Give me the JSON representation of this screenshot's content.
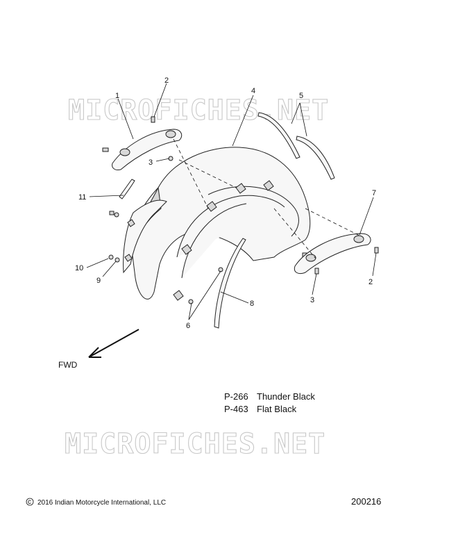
{
  "watermark": {
    "text": "MICROFICHES.NET"
  },
  "callouts": {
    "c1": "1",
    "c2_top": "2",
    "c3_top": "3",
    "c4": "4",
    "c5": "5",
    "c6": "6",
    "c7": "7",
    "c8": "8",
    "c9": "9",
    "c10": "10",
    "c11": "11",
    "c2_right": "2",
    "c3_right": "3"
  },
  "direction": {
    "label": "FWD"
  },
  "paint_codes": [
    {
      "code": "P-266",
      "name": "Thunder Black"
    },
    {
      "code": "P-463",
      "name": "Flat Black"
    }
  ],
  "footer": {
    "copyright_symbol": "©",
    "copyright": "2016 Indian Motorcycle International, LLC",
    "document_number": "200216"
  }
}
